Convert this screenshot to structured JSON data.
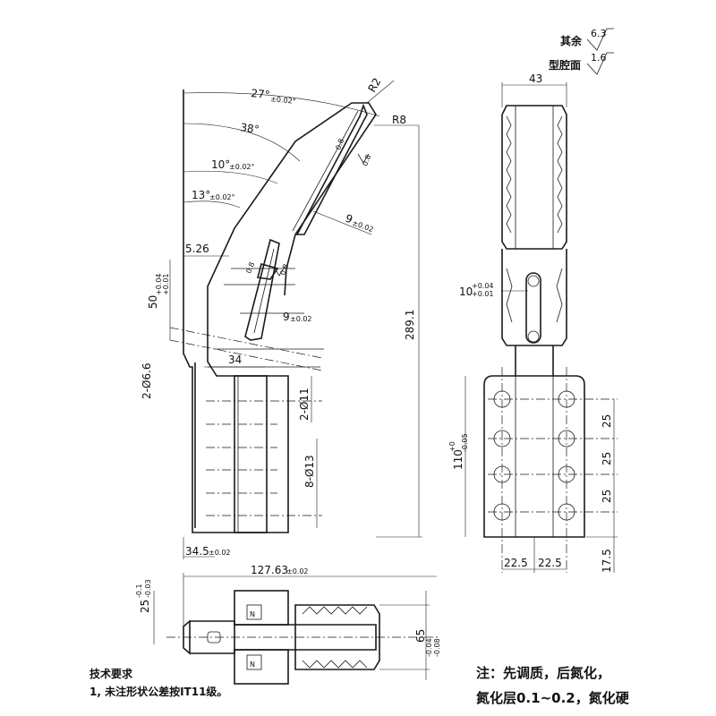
{
  "surface_finish": {
    "other_label": "其余",
    "other_value": "6.3",
    "cavity_label": "型腔面",
    "cavity_value": "1.6"
  },
  "side_view": {
    "angle_27": "27°",
    "angle_27_tol": "±0.02°",
    "radius_r2": "R2",
    "radius_r8": "R8",
    "angle_38": "38°",
    "angle_10": "10°",
    "angle_10_tol": "±0.02°",
    "roughness_08_a": "0.8",
    "roughness_08_b": "0.8",
    "angle_13": "13°",
    "angle_13_tol": "±0.02°",
    "slot_9_upper": "9",
    "slot_9_upper_tol": "±0.02",
    "dim_526": "5.26",
    "roughness_08_c": "0.8",
    "roughness_08_d": "0.8",
    "dim_50": "50",
    "dim_50_tol_upper": "+0.04",
    "dim_50_tol_lower": "+0.01",
    "slot_9_lower": "9",
    "slot_9_lower_tol": "±0.02",
    "dim_2891": "289.1",
    "holes_66": "2-Ø6.6",
    "dim_34": "34",
    "holes_11": "2-Ø11",
    "holes_13": "8-Ø13",
    "dim_345": "34.5",
    "dim_345_tol": "±0.02"
  },
  "front_view": {
    "dim_43": "43",
    "dim_10": "10",
    "dim_10_tol_upper": "+0.04",
    "dim_10_tol_lower": "+0.01",
    "dim_110": "110",
    "dim_110_tol_upper": "+0",
    "dim_110_tol_lower": "-0.05",
    "pitch_1": "25",
    "pitch_2": "25",
    "pitch_3": "25",
    "dim_175": "17.5",
    "half_left": "22.5",
    "half_right": "22.5"
  },
  "top_view": {
    "dim_12763": "127.63",
    "dim_12763_tol": "±0.02",
    "dim_25": "25",
    "dim_25_tol_upper": "-0.1",
    "dim_25_tol_lower": "-0.03",
    "dim_65": "65",
    "dim_65_tol_upper": "-0.04",
    "dim_65_tol_lower": "-0.08"
  },
  "notes": {
    "tech_title": "技术要求",
    "tech_item_1": "1,  未注形状公差按IT11级。",
    "note_line_1": "注：先调质，后氮化，",
    "note_line_2": "氮化层0.1~0.2，氮化硬"
  }
}
